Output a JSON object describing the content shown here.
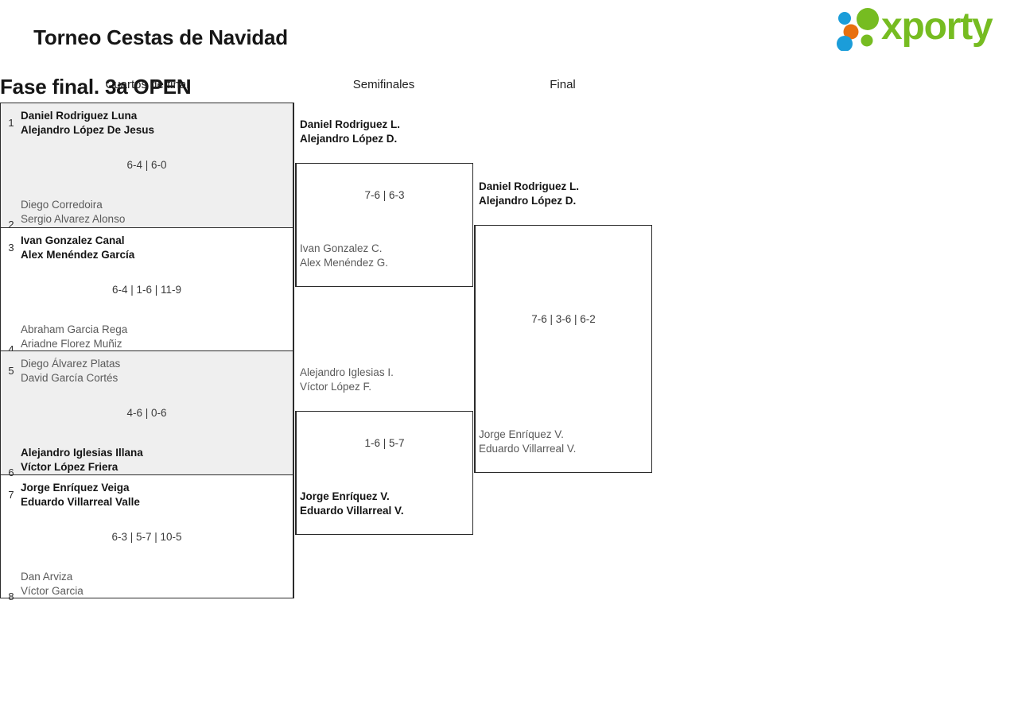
{
  "header": {
    "title_line1": "Torneo Cestas de Navidad",
    "title_line2": "Fase final. 3a OPEN",
    "logo_word": "xporty",
    "logo_colors": {
      "green": "#76bc21",
      "blue": "#1b9dd9",
      "orange": "#e8700f"
    }
  },
  "rounds": {
    "quarterfinals_label": "Cuartos de final",
    "semifinals_label": "Semifinales",
    "final_label": "Final"
  },
  "quarterfinals": [
    {
      "score": "6-4 | 6-0",
      "top": {
        "seed": "1",
        "p1": "Daniel Rodriguez Luna",
        "p2": "Alejandro López De Jesus",
        "result": "winner"
      },
      "bottom": {
        "seed": "2",
        "p1": "Diego Corredoira",
        "p2": "Sergio Alvarez Alonso",
        "result": "loser"
      }
    },
    {
      "score": "6-4 | 1-6 | 11-9",
      "top": {
        "seed": "3",
        "p1": "Ivan Gonzalez Canal",
        "p2": "Alex Menéndez García",
        "result": "winner"
      },
      "bottom": {
        "seed": "4",
        "p1": "Abraham Garcia Rega",
        "p2": "Ariadne Florez Muñiz",
        "result": "loser"
      }
    },
    {
      "score": "4-6 | 0-6",
      "top": {
        "seed": "5",
        "p1": "Diego Álvarez Platas",
        "p2": "David García Cortés",
        "result": "loser"
      },
      "bottom": {
        "seed": "6",
        "p1": "Alejandro Iglesias Illana",
        "p2": "Víctor López Friera",
        "result": "winner"
      }
    },
    {
      "score": "6-3 | 5-7 | 10-5",
      "top": {
        "seed": "7",
        "p1": "Jorge Enríquez Veiga",
        "p2": "Eduardo Villarreal Valle",
        "result": "winner"
      },
      "bottom": {
        "seed": "8",
        "p1": "Dan Arviza",
        "p2": "Víctor Garcia",
        "result": "loser"
      }
    }
  ],
  "semifinals": [
    {
      "score": "7-6 | 6-3",
      "top": {
        "p1": "Daniel Rodriguez L.",
        "p2": "Alejandro López D.",
        "result": "winner"
      },
      "bottom": {
        "p1": "Ivan Gonzalez C.",
        "p2": "Alex Menéndez G.",
        "result": "loser"
      }
    },
    {
      "score": "1-6 | 5-7",
      "top": {
        "p1": "Alejandro Iglesias I.",
        "p2": "Víctor López F.",
        "result": "loser"
      },
      "bottom": {
        "p1": "Jorge Enríquez V.",
        "p2": "Eduardo Villarreal V.",
        "result": "winner"
      }
    }
  ],
  "final": {
    "score": "7-6 | 3-6 | 6-2",
    "top": {
      "p1": "Daniel Rodriguez L.",
      "p2": "Alejandro López D.",
      "result": "winner"
    },
    "bottom": {
      "p1": "Jorge Enríquez V.",
      "p2": "Eduardo Villarreal V.",
      "result": "loser"
    }
  }
}
